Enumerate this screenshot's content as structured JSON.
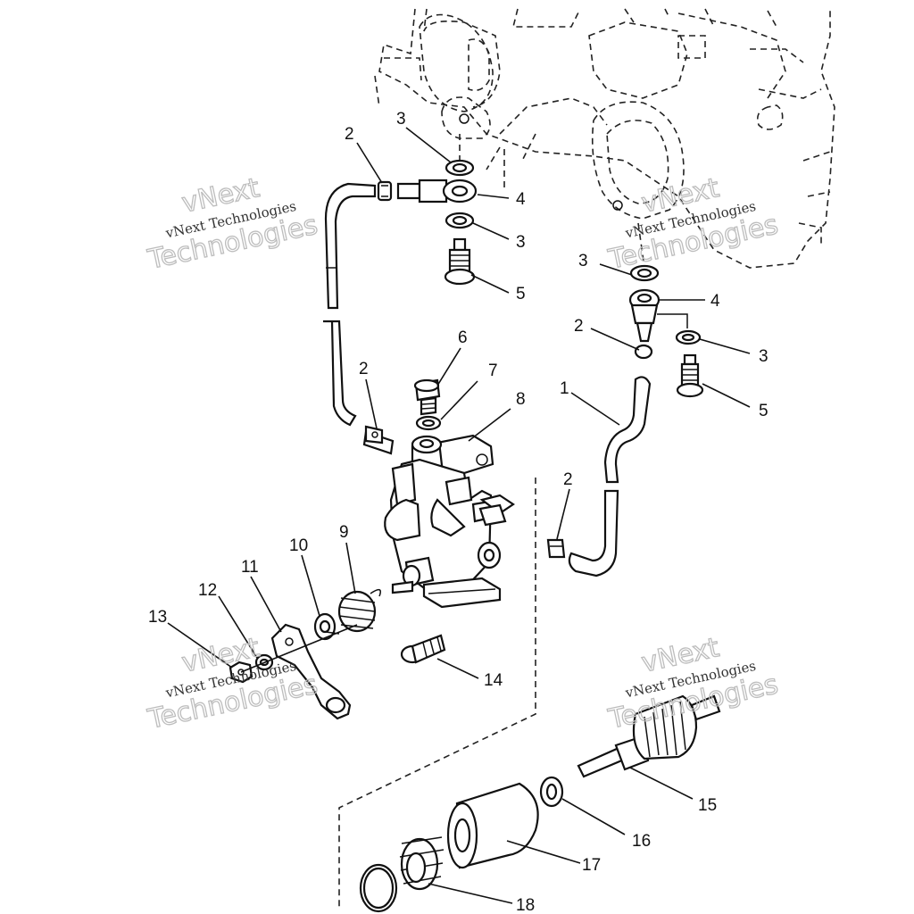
{
  "callouts": {
    "c1": "1",
    "c2a": "2",
    "c2b": "2",
    "c2c": "2",
    "c2d": "2",
    "c3a": "3",
    "c3b": "3",
    "c3c": "3",
    "c3d": "3",
    "c4a": "4",
    "c4b": "4",
    "c5a": "5",
    "c5b": "5",
    "c6": "6",
    "c7": "7",
    "c8": "8",
    "c9": "9",
    "c10": "10",
    "c11": "11",
    "c12": "12",
    "c13": "13",
    "c14": "14",
    "c15": "15",
    "c16": "16",
    "c17": "17",
    "c18": "18"
  },
  "watermarks": [
    {
      "line1": "vNext",
      "line2": "vNext Technologies",
      "line3": "Technologies"
    },
    {
      "line1": "vNext",
      "line2": "vNext Technologies",
      "line3": "Technologies"
    },
    {
      "line1": "vNext",
      "line2": "vNext Technologies",
      "line3": "Technologies"
    },
    {
      "line1": "vNext",
      "line2": "vNext Technologies",
      "line3": "Technologies"
    }
  ]
}
